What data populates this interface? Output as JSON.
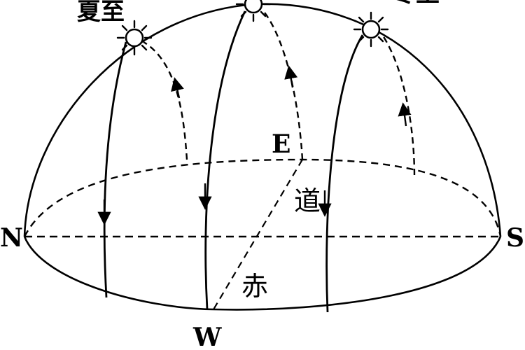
{
  "labels": {
    "summer": "夏至",
    "winter_partial": "冬至",
    "north": "N",
    "south": "S",
    "east": "E",
    "west": "W",
    "equator_char_1": "赤",
    "equator_char_2": "道"
  },
  "icons": {
    "sun": "sun-icon",
    "arrow": "arrow-icon"
  }
}
